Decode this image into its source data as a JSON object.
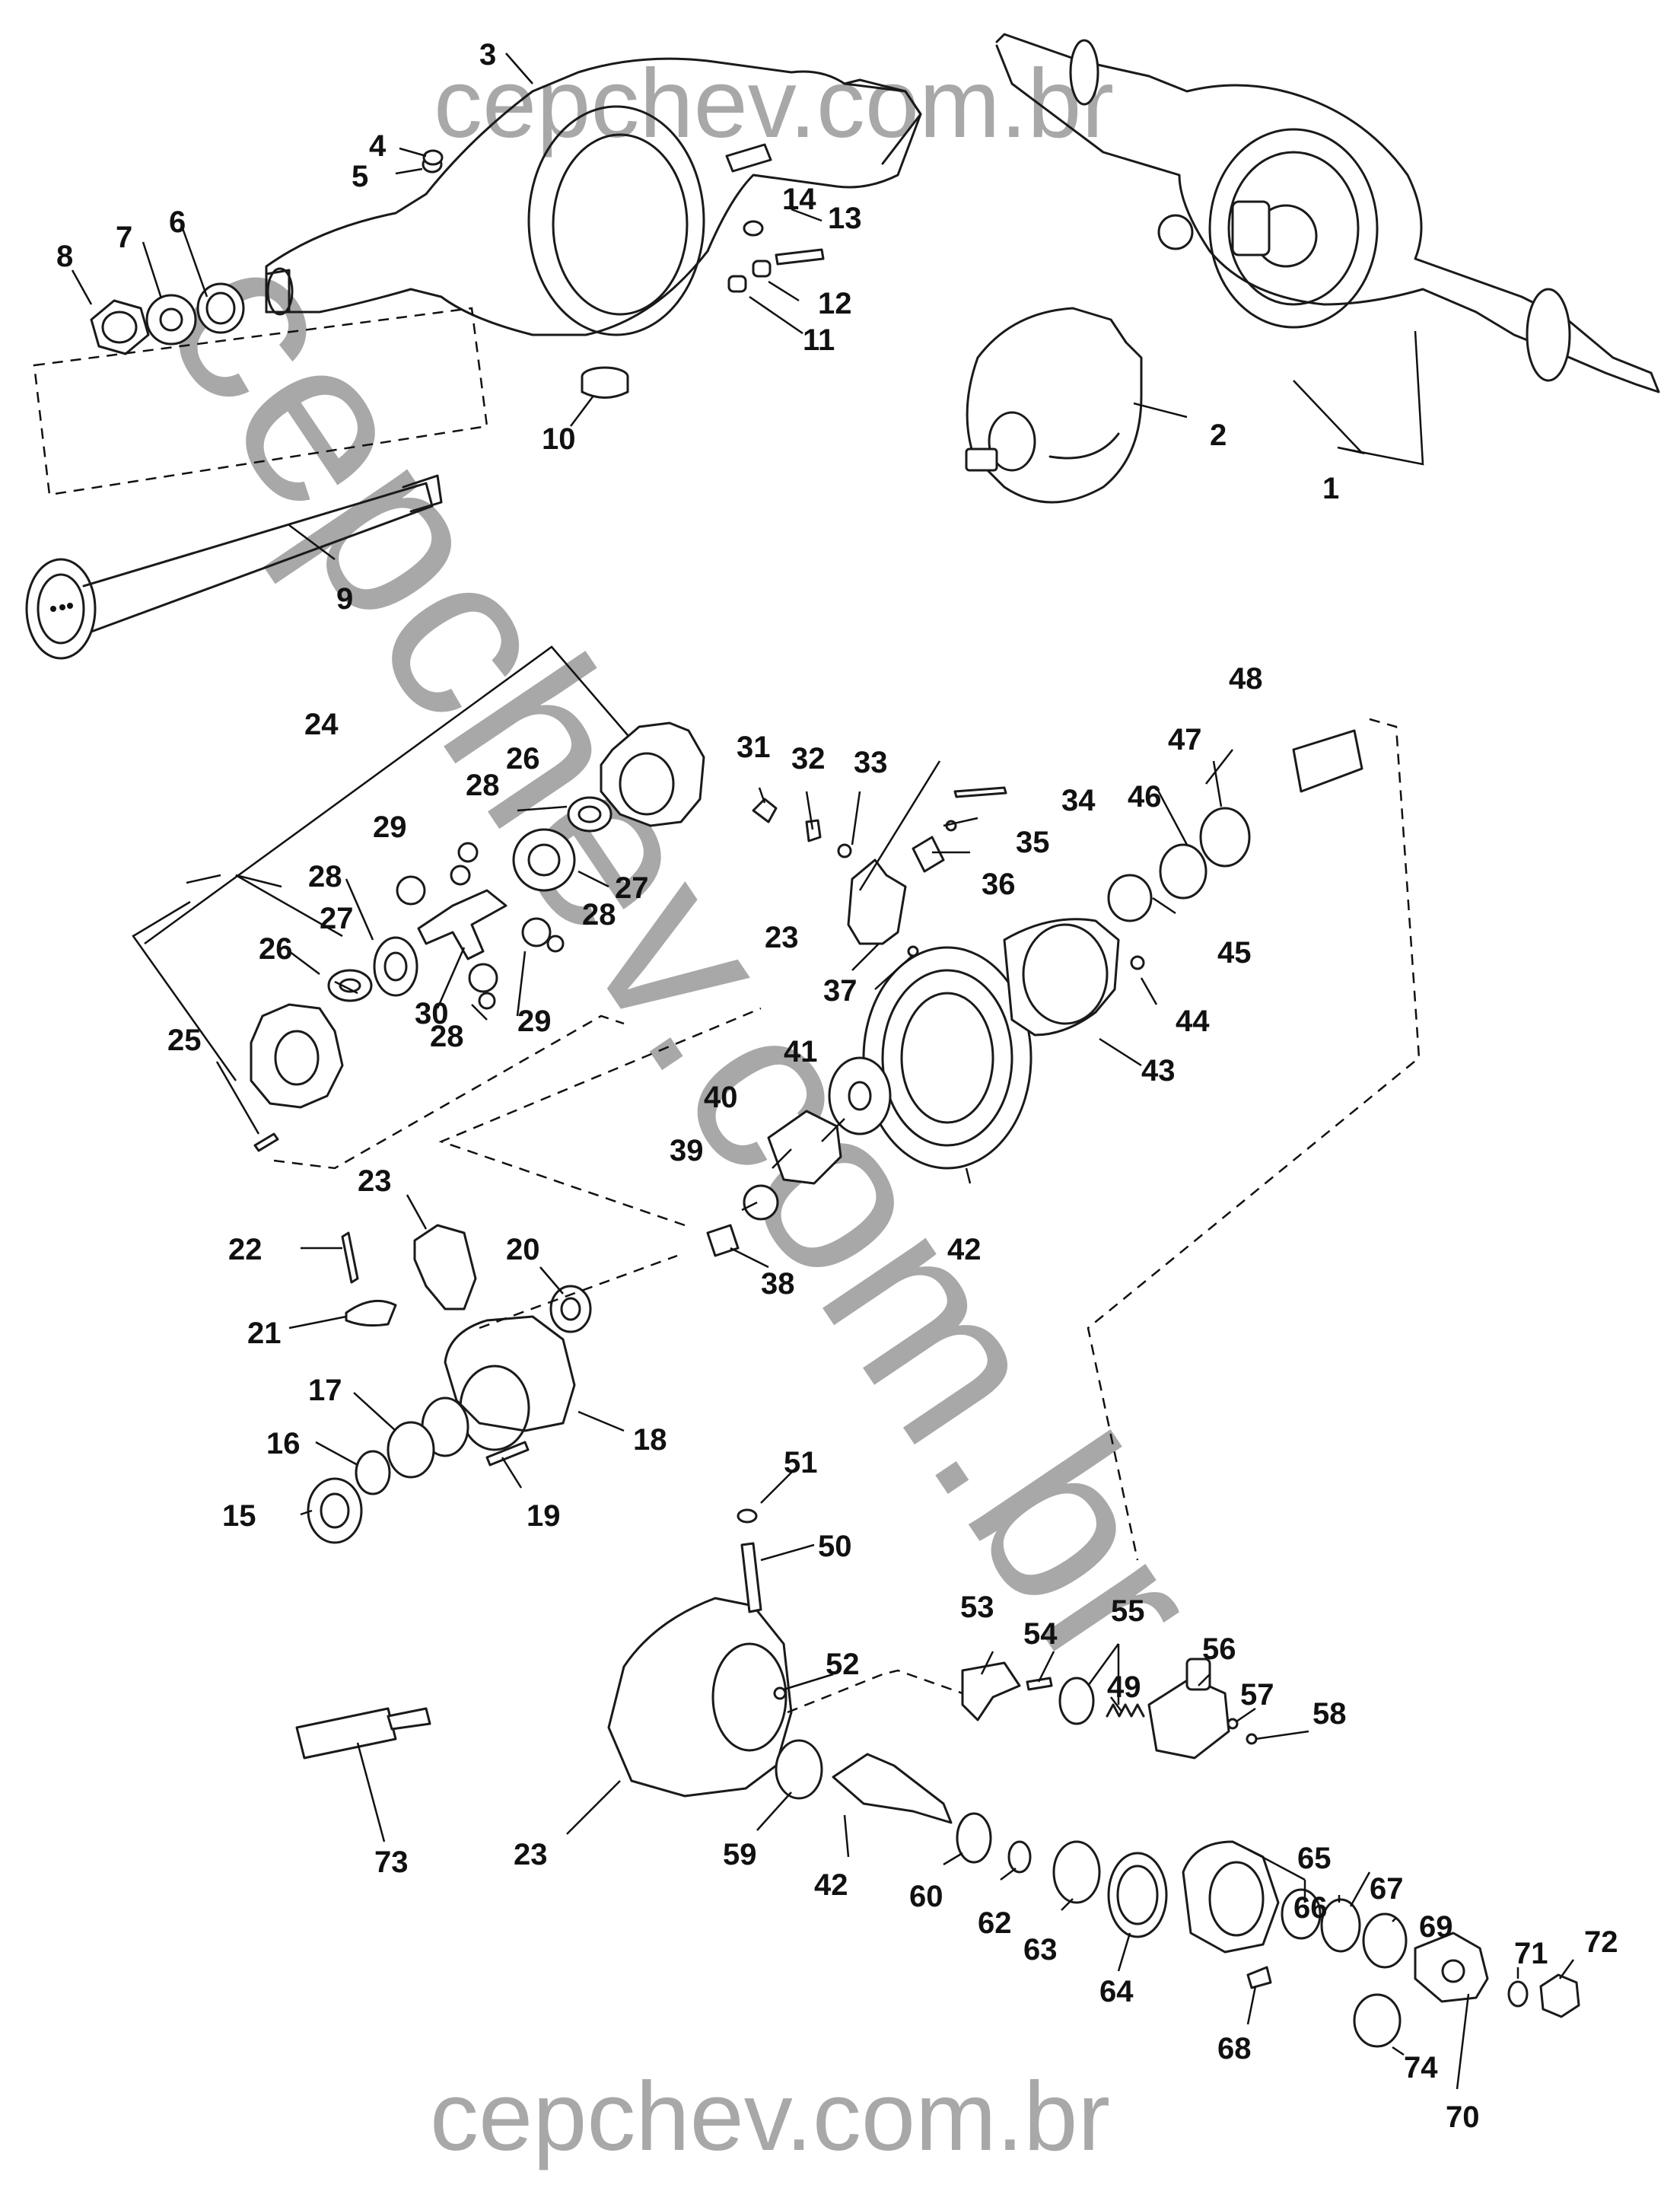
{
  "diagram": {
    "watermark_top": "cepchev.com.br",
    "watermark_bottom": "cepchev.com.br",
    "watermark_diagonal": "cepchev.com.br",
    "callouts": [
      "1",
      "2",
      "3",
      "4",
      "5",
      "6",
      "7",
      "8",
      "9",
      "10",
      "11",
      "12",
      "13",
      "14",
      "15",
      "16",
      "17",
      "18",
      "19",
      "20",
      "21",
      "22",
      "23",
      "24",
      "25",
      "26",
      "27",
      "28",
      "29",
      "30",
      "31",
      "32",
      "33",
      "34",
      "35",
      "36",
      "37",
      "38",
      "39",
      "40",
      "41",
      "42",
      "43",
      "44",
      "45",
      "46",
      "47",
      "48",
      "49",
      "50",
      "51",
      "52",
      "53",
      "54",
      "55",
      "56",
      "57",
      "58",
      "59",
      "60",
      "62",
      "63",
      "64",
      "65",
      "66",
      "67",
      "68",
      "69",
      "70",
      "71",
      "72",
      "73",
      "74"
    ]
  }
}
